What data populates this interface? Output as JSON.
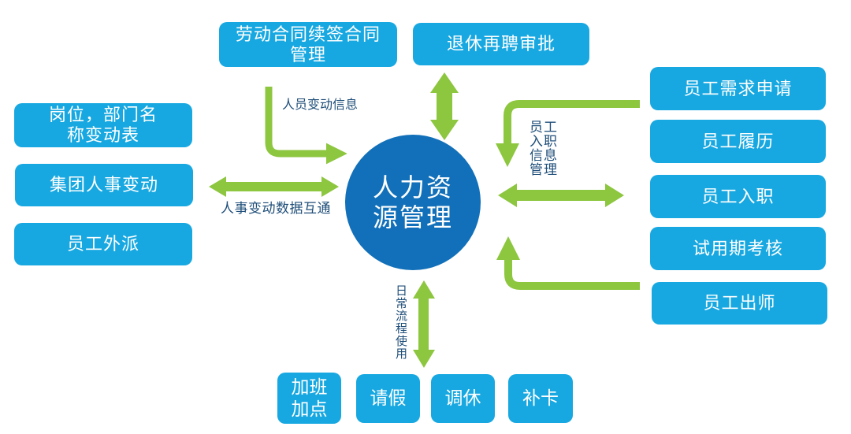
{
  "diagram": {
    "center_node": {
      "label": "人力资\n源管理"
    },
    "top_nodes": [
      {
        "label": "劳动合同续签合同\n管理"
      },
      {
        "label": "退休再聘审批"
      }
    ],
    "left_nodes": [
      {
        "label": "岗位，部门名\n称变动表"
      },
      {
        "label": "集团人事变动"
      },
      {
        "label": "员工外派"
      }
    ],
    "right_nodes": [
      {
        "label": "员工需求申请"
      },
      {
        "label": "员工履历"
      },
      {
        "label": "员工入职"
      },
      {
        "label": "试用期考核"
      },
      {
        "label": "员工出师"
      }
    ],
    "bottom_nodes": [
      {
        "label": "加班\n加点"
      },
      {
        "label": "请假"
      },
      {
        "label": "调休"
      },
      {
        "label": "补卡"
      }
    ],
    "edge_labels": {
      "personnel_change_info": "人员变动信息",
      "personnel_data_exchange": "人事变动数据互通",
      "onboarding_info_management": "员工\n入职\n信息\n管理",
      "daily_process_use": "日\n常\n流\n程\n使\n用"
    },
    "colors": {
      "node_blue": "#18A8E1",
      "center_blue": "#1170B9",
      "arrow_green": "#8DC63F",
      "label_navy": "#1F4E79",
      "background": "#FFFFFF"
    }
  }
}
